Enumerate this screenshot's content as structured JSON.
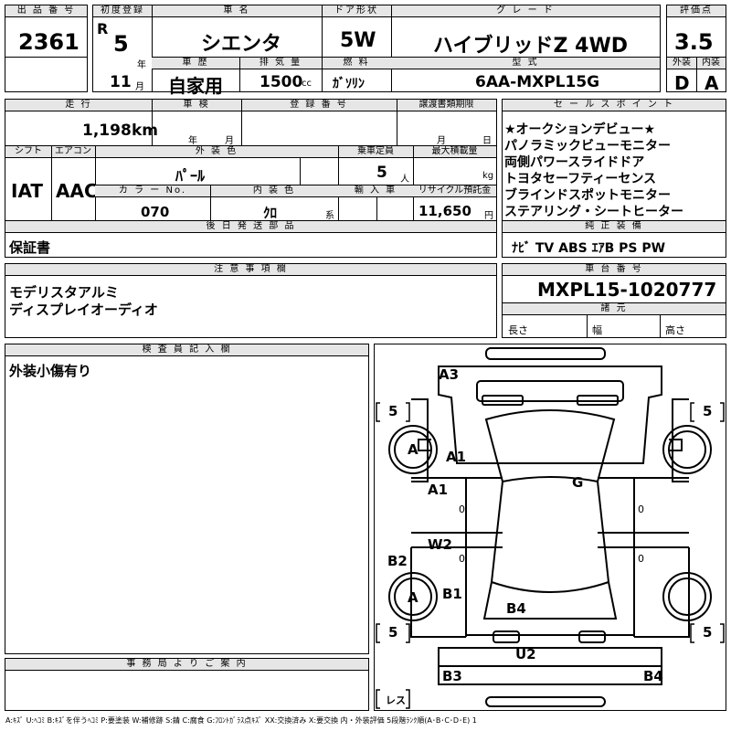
{
  "header": {
    "lot_no_label": "出 品 番 号",
    "lot_no": "2361",
    "first_reg_label": "初度登録",
    "era": "R",
    "year": "5",
    "year_unit": "年",
    "month": "11",
    "month_unit": "月",
    "car_name_label": "車 名",
    "car_name": "シエンタ",
    "door_label": "ドア形状",
    "door": "5W",
    "grade_label": "グ レ ー ド",
    "grade": "ハイブリッドZ 4WD",
    "rating_label": "評価点",
    "rating": "3.5",
    "history_label": "車 歴",
    "history": "自家用",
    "displacement_label": "排 気 量",
    "displacement": "1500",
    "displacement_unit": "cc",
    "fuel_label": "燃 料",
    "fuel": "ｶﾞｿﾘﾝ",
    "model_label": "型 式",
    "model": "6AA-MXPL15G",
    "exterior_label": "外装",
    "exterior_grade": "D",
    "interior_label": "内装",
    "interior_grade": "A"
  },
  "mid": {
    "mileage_label": "走 行",
    "mileage": "1,198",
    "mileage_unit": "km",
    "inspection_label": "車 検",
    "inspection_year_unit": "年",
    "inspection_month_unit": "月",
    "reg_no_label": "登 録 番 号",
    "transfer_label": "譲渡書類期限",
    "transfer_month_unit": "月",
    "transfer_day_unit": "日",
    "shift_label": "シフト",
    "shift": "IAT",
    "ac_label": "エアコン",
    "ac": "AAC",
    "color_label": "外 装 色",
    "color": "ﾊﾟｰﾙ",
    "capacity_label": "乗車定員",
    "capacity": "5",
    "capacity_unit": "人",
    "max_load_label": "最大積載量",
    "max_load_unit": "kg",
    "color_no_label": "カ ラ ー No.",
    "color_no": "070",
    "interior_color_label": "内 装 色",
    "interior_color": "ｸﾛ",
    "interior_color_unit": "系",
    "import_label": "輸 入 車",
    "recycle_label": "リサイクル預託金",
    "recycle": "11,650",
    "recycle_unit": "円",
    "later_parts_label": "後 日 発 送 部 品",
    "later_parts": "保証書"
  },
  "sales": {
    "label": "セ ー ル ス ポ イ ン ト",
    "points": [
      "★オークションデビュー★",
      "パノラミックビューモニター",
      "両側パワースライドドア",
      "トヨタセーフティーセンス",
      "ブラインドスポットモニター",
      "ステアリング・シートヒーター"
    ],
    "equip_label": "純 正 装 備",
    "equipment": "ﾅﾋﾞ TV ABS ｴｱB PS PW"
  },
  "notes": {
    "label": "注 意 事 項 欄",
    "lines": [
      "モデリスタアルミ",
      "ディスプレイオーディオ"
    ]
  },
  "chassis": {
    "label": "車 台 番 号",
    "number": "MXPL15-1020777",
    "spec_label": "諸 元",
    "length_label": "長さ",
    "width_label": "幅",
    "height_label": "高さ"
  },
  "inspector": {
    "label": "検 査 員 記 入 欄",
    "text": "外装小傷有り"
  },
  "office": {
    "label": "事 務 局 よ り ご 案 内"
  },
  "diagram": {
    "tire_fl": "5",
    "tire_fr": "5",
    "tire_rl": "5",
    "tire_rr": "5",
    "marks": {
      "a3": "A3",
      "a_fl": "A",
      "a1_fender": "A1",
      "a1_door": "A1",
      "g_roof": "G",
      "w2_door": "W2",
      "b2_side": "B2",
      "a_rl": "A",
      "b1_rear": "B1",
      "b4_hatch": "B4",
      "u2_bumper": "U2",
      "b3_corner": "B3",
      "b4_corner": "B4",
      "zero_1": "0",
      "zero_2": "0",
      "zero_3": "0",
      "zero_4": "0"
    },
    "less_label": "レス"
  },
  "legend": "A:ｷｽﾞ U:ﾍｺﾐ B:ｷｽﾞを伴うﾍｺﾐ P:要塗装 W:補修跡 S:錆 C:腐食 G:ﾌﾛﾝﾄｶﾞﾗｽ点ｷｽﾞ XX:交換済み X:要交換 内・外装評価 5段階ﾗﾝｸ順(A･B･C･D･E) 1"
}
